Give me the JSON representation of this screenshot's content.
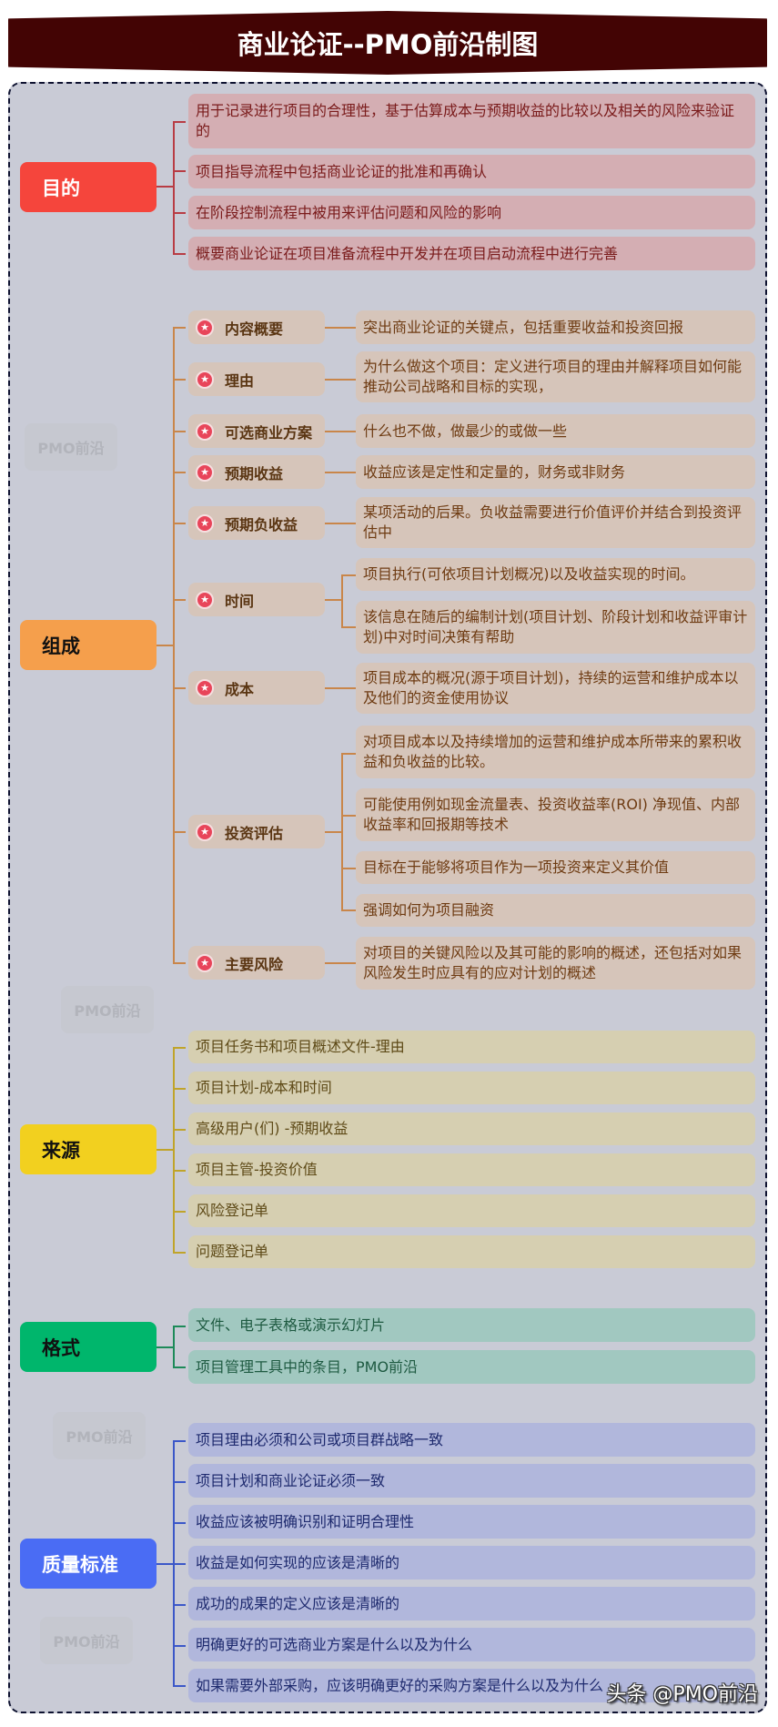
{
  "title": "商业论证--PMO前沿制图",
  "colors": {
    "header_bg": "#430404",
    "container_bg": "#c9cbd6",
    "purpose": "#f5453c",
    "composition": "#f59f4c",
    "sources": "#f2d01f",
    "format": "#00b66c",
    "quality": "#4a6cf4",
    "star_icon": "#e8455a"
  },
  "watermarks": [
    "PMO前沿",
    "PMO前沿",
    "PMO前沿",
    "PMO前沿"
  ],
  "footer_watermark": "头条 @PMO前沿",
  "sections": {
    "purpose": {
      "label": "目的",
      "items": [
        "用于记录进行项目的合理性，基于估算成本与预期收益的比较以及相关的风险来验证的",
        "项目指导流程中包括商业论证的批准和再确认",
        "在阶段控制流程中被用来评估问题和风险的影响",
        "概要商业论证在项目准备流程中开发并在项目启动流程中进行完善"
      ]
    },
    "composition": {
      "label": "组成",
      "icon": "star-icon",
      "children": [
        {
          "label": "内容概要",
          "items": [
            "突出商业论证的关键点，包括重要收益和投资回报"
          ]
        },
        {
          "label": "理由",
          "items": [
            "为什么做这个项目：定义进行项目的理由并解释项目如何能推动公司战略和目标的实现，"
          ]
        },
        {
          "label": "可选商业方案",
          "items": [
            "什么也不做，做最少的或做一些"
          ]
        },
        {
          "label": "预期收益",
          "items": [
            "收益应该是定性和定量的，财务或非财务"
          ]
        },
        {
          "label": "预期负收益",
          "items": [
            "某项活动的后果。负收益需要进行价值评价并结合到投资评估中"
          ]
        },
        {
          "label": "时间",
          "items": [
            "项目执行(可依项目计划概况)以及收益实现的时间。",
            "该信息在随后的编制计划(项目计划、阶段计划和收益评审计划)中对时间决策有帮助"
          ]
        },
        {
          "label": "成本",
          "items": [
            "项目成本的概况(源于项目计划)，持续的运营和维护成本以及他们的资金使用协议"
          ]
        },
        {
          "label": "投资评估",
          "items": [
            "对项目成本以及持续增加的运营和维护成本所带来的累积收益和负收益的比较。",
            "可能使用例如现金流量表、投资收益率(ROI) 净现值、内部收益率和回报期等技术",
            "目标在于能够将项目作为一项投资来定义其价值",
            "强调如何为项目融资"
          ]
        },
        {
          "label": "主要风险",
          "items": [
            "对项目的关键风险以及其可能的影响的概述，还包括对如果风险发生时应具有的应对计划的概述"
          ]
        }
      ]
    },
    "sources": {
      "label": "来源",
      "items": [
        "项目任务书和项目概述文件-理由",
        "项目计划-成本和时间",
        "高级用户(们) -预期收益",
        "项目主管-投资价值",
        "风险登记单",
        "问题登记单"
      ]
    },
    "format": {
      "label": "格式",
      "items": [
        "文件、电子表格或演示幻灯片",
        "项目管理工具中的条目，PMO前沿"
      ]
    },
    "quality": {
      "label": "质量标准",
      "items": [
        "项目理由必须和公司或项目群战略一致",
        "项目计划和商业论证必须一致",
        "收益应该被明确识别和证明合理性",
        "收益是如何实现的应该是清晰的",
        "成功的成果的定义应该是清晰的",
        "明确更好的可选商业方案是什么以及为什么",
        "如果需要外部采购，应该明确更好的采购方案是什么以及为什么"
      ]
    }
  }
}
